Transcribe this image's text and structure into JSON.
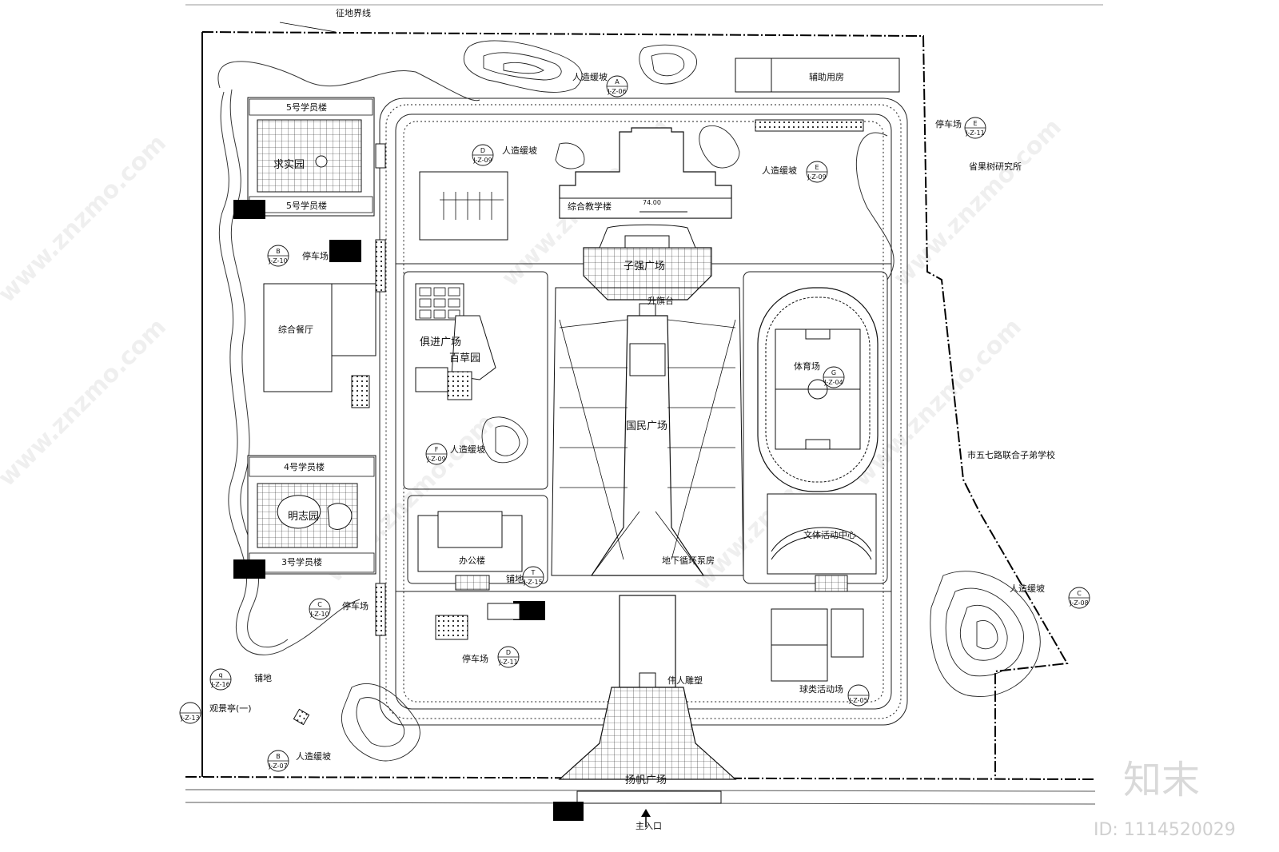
{
  "boundary_label": "征地界线",
  "buildings": {
    "aux_rooms": "辅助用房",
    "dorm5_top": "5号学员楼",
    "dorm5_bottom": "5号学员楼",
    "qiushi_garden": "求实园",
    "dining": "综合餐厅",
    "dorm4": "4号学员楼",
    "mingzhi_garden": "明志园",
    "dorm3": "3号学员楼",
    "teaching": "综合教学楼",
    "elevation": "74.00",
    "office": "办公楼",
    "pump_room": "地下循环泵房",
    "gym": "体育场",
    "culture_center": "文体活动中心",
    "ball_courts": "球类活动场",
    "statue": "伟人雕塑"
  },
  "plazas": {
    "ziqiang": "子强广场",
    "flag": "升旗台",
    "junjin": "俱进广场",
    "baicao": "百草园",
    "guomin": "国民广场",
    "yangfan": "扬帆广场"
  },
  "labels": {
    "slope_a": "人造缓坡",
    "slope_d": "人造缓坡",
    "slope_e": "人造缓坡",
    "slope_f": "人造缓坡",
    "slope_b": "人造缓坡",
    "slope_c": "人造缓坡",
    "parking_e": "停车场",
    "parking_b": "停车场",
    "parking_c": "停车场",
    "parking_d": "停车场",
    "paving_t": "铺地",
    "paving_q": "铺地",
    "pavilion": "观景亭(一)",
    "fruit_institute": "省果树研究所",
    "school": "市五七路联合子弟学校",
    "main_entrance": "主入口"
  },
  "refs": [
    {
      "key": "A",
      "code": "J-Z-06"
    },
    {
      "key": "D",
      "code": "J-Z-09"
    },
    {
      "key": "E",
      "code": "J-Z-09"
    },
    {
      "key": "E",
      "code": "J-Z-11"
    },
    {
      "key": "B",
      "code": "J-Z-10"
    },
    {
      "key": "F",
      "code": "J-Z-09"
    },
    {
      "key": "T",
      "code": "J-Z-15"
    },
    {
      "key": "C",
      "code": "J-Z-10"
    },
    {
      "key": "D",
      "code": "J-Z-11"
    },
    {
      "key": "q",
      "code": "J-Z-16"
    },
    {
      "key": "B",
      "code": "J-Z-07"
    },
    {
      "key": "C",
      "code": "J-Z-08"
    },
    {
      "key": "G",
      "code": "J-Z-04"
    },
    {
      "key": "",
      "code": "J-Z-05"
    },
    {
      "key": "",
      "code": "J-Z-13"
    }
  ],
  "watermark": {
    "site": "www.znzmo.com",
    "brand": "知末",
    "id_text": "ID: 1114520029"
  }
}
